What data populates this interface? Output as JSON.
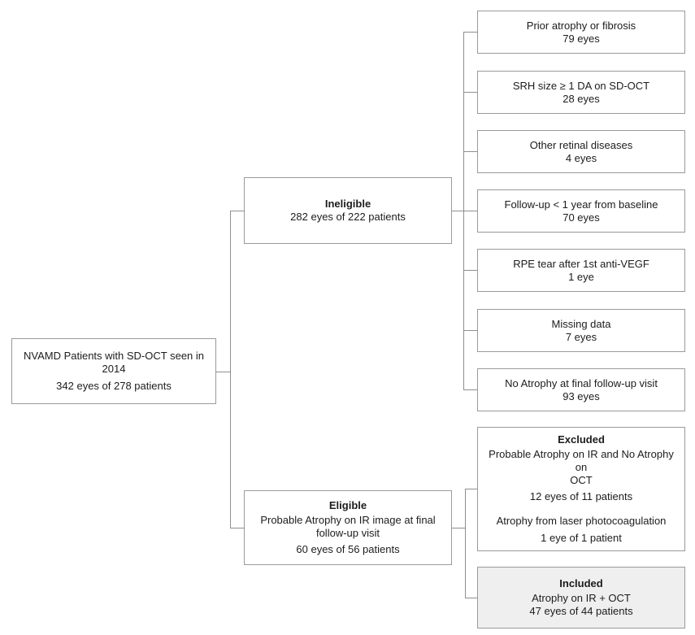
{
  "flowchart": {
    "root": {
      "title_line1": "NVAMD Patients with SD-OCT seen in",
      "title_line2": "2014",
      "count": "342 eyes of 278 patients"
    },
    "ineligible": {
      "title": "Ineligible",
      "count": "282 eyes of 222 patients"
    },
    "eligible": {
      "title": "Eligible",
      "subtitle_line1": "Probable Atrophy on IR image at final",
      "subtitle_line2": "follow-up visit",
      "count": "60 eyes of 56 patients"
    },
    "ineligible_reasons": [
      {
        "label": "Prior atrophy or fibrosis",
        "count": "79 eyes"
      },
      {
        "label": "SRH size ≥ 1 DA on SD-OCT",
        "count": "28 eyes"
      },
      {
        "label": "Other retinal diseases",
        "count": "4 eyes"
      },
      {
        "label": "Follow-up < 1 year from baseline",
        "count": "70 eyes"
      },
      {
        "label": "RPE tear after 1st anti-VEGF",
        "count": "1 eye"
      },
      {
        "label": "Missing data",
        "count": "7 eyes"
      },
      {
        "label": "No Atrophy at final follow-up visit",
        "count": "93 eyes"
      }
    ],
    "excluded": {
      "title": "Excluded",
      "item1_label_line1": "Probable Atrophy on IR and No Atrophy on",
      "item1_label_line2": "OCT",
      "item1_count": "12 eyes of 11 patients",
      "item2_label": "Atrophy from laser photocoagulation",
      "item2_count": "1 eye of 1 patient"
    },
    "included": {
      "title": "Included",
      "label": "Atrophy on IR + OCT",
      "count": "47 eyes of 44 patients"
    },
    "colors": {
      "box_border": "#9a9a9a",
      "connector": "#8f8f8f",
      "included_fill": "#efefef",
      "text": "#1c1c1c"
    }
  }
}
